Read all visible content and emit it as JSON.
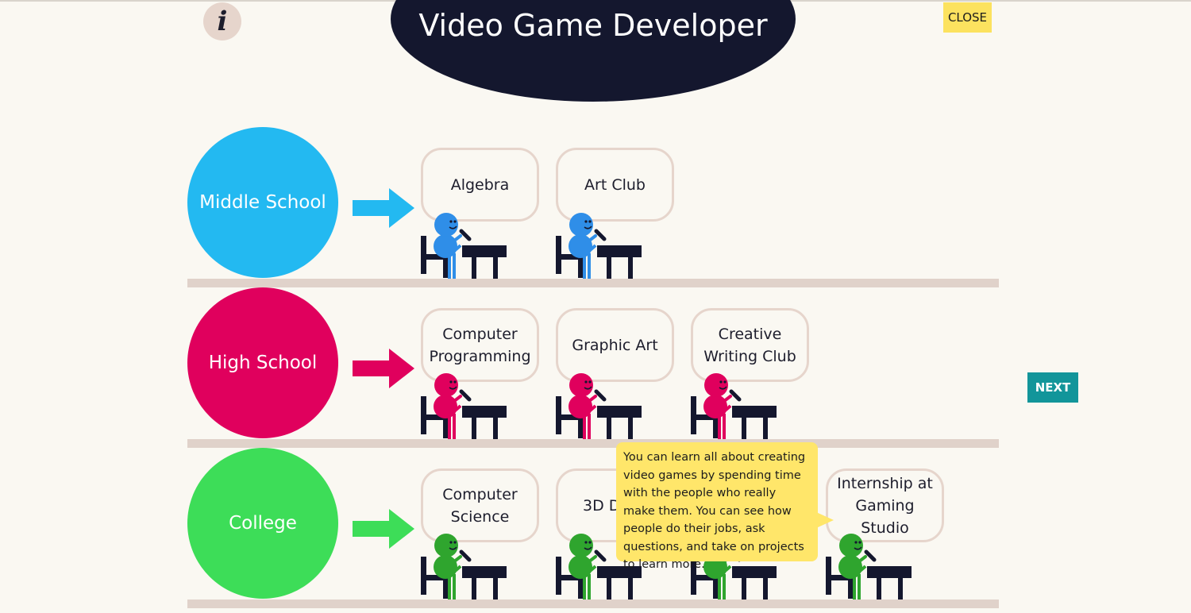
{
  "header": {
    "title": "Video Game Developer",
    "info_label": "i",
    "close_label": "CLOSE"
  },
  "navigation": {
    "next_label": "NEXT"
  },
  "colors": {
    "middle": "#23b9f1",
    "high": "#e0005d",
    "college": "#3ddd58",
    "title_bg": "#14172e",
    "accent_yellow": "#fce25f",
    "next_teal": "#12959a"
  },
  "stages": [
    {
      "name": "Middle School",
      "color": "#23b9f1",
      "figure_color": "#2f8ee8",
      "activities": [
        "Algebra",
        "Art Club"
      ]
    },
    {
      "name": "High School",
      "color": "#e0005d",
      "figure_color": "#e0005d",
      "activities": [
        "Computer Programming",
        "Graphic Art",
        "Creative Writing Club"
      ]
    },
    {
      "name": "College",
      "color": "#3ddd58",
      "figure_color": "#2fa52e",
      "activities": [
        "Computer Science",
        "3D D",
        "",
        "Internship at Gaming Studio"
      ]
    }
  ],
  "tooltip": {
    "text": "You can learn all about creating video games by spending time with the people who really make them. You can see how people do their jobs, ask questions, and take on projects to learn more."
  }
}
